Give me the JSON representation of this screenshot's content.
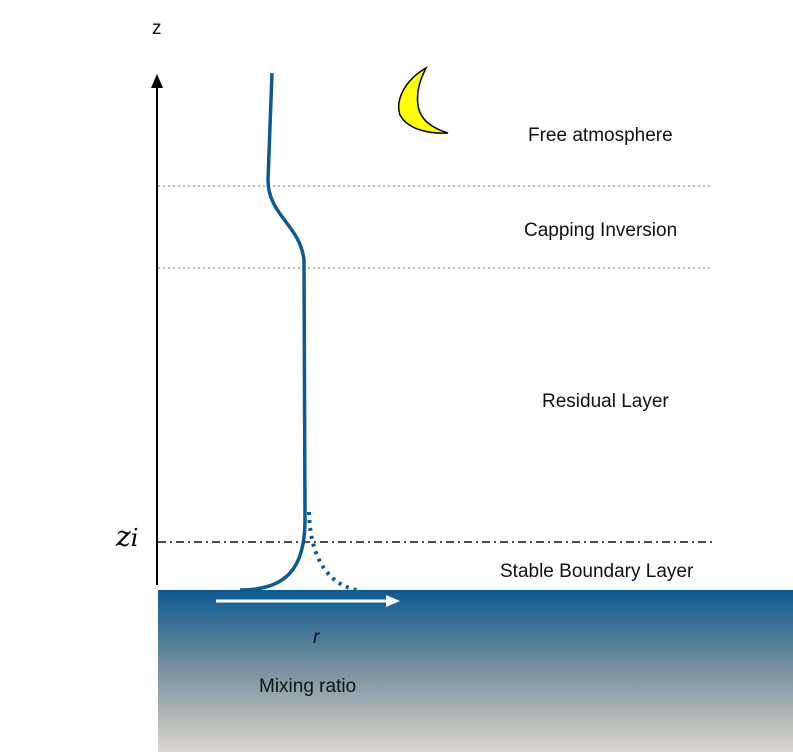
{
  "axis": {
    "z_label": "z",
    "r_label": "r",
    "x_title": "Mixing ratio",
    "zi_label": "z",
    "zi_sub": "i"
  },
  "layers": [
    "Free atmosphere",
    "Capping Inversion",
    "Residual Layer",
    "Stable Boundary Layer"
  ],
  "colors": {
    "profile": "#0b5a94",
    "moon": "#ffff00",
    "ground_top": "#0b5a94",
    "ground_bottom": "#dcd6cb"
  }
}
